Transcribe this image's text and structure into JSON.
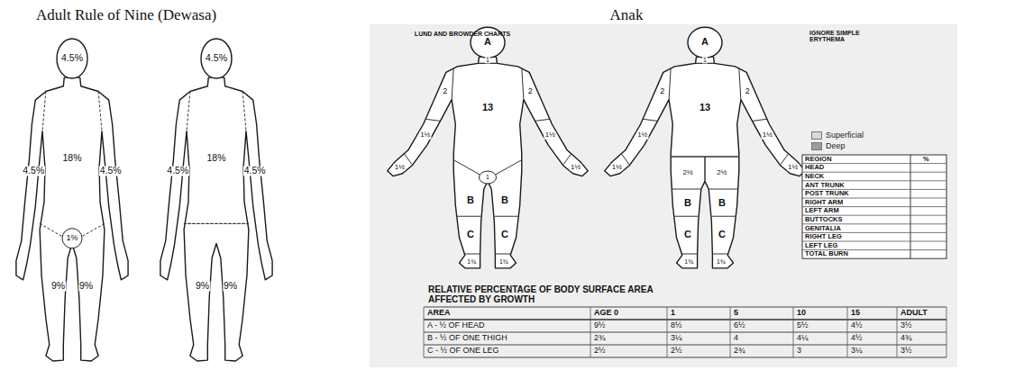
{
  "diagram": {
    "labels": [
      "Adult Rule of Nine (Dewasa)",
      "4.5%",
      "18%",
      "4.5%",
      "4.5%",
      "1%",
      "9%",
      "9%",
      "4.5%",
      "18%",
      "4.5%",
      "4.5%",
      "9%",
      "9%",
      "Anak",
      "LUND AND BROWDER CHARTS",
      "IGNORE SIMPLE ERYTHEMA",
      "A",
      "1",
      "2",
      "13",
      "2",
      "1½",
      "1½",
      "1½",
      "1½",
      "1",
      "B",
      "B",
      "C",
      "C",
      "1¾",
      "1¾",
      "A",
      "1",
      "2",
      "13",
      "2",
      "1½",
      "1½",
      "1½",
      "1½",
      "2½",
      "2½",
      "B",
      "B",
      "C",
      "C",
      "1¾",
      "1¾",
      "REGION",
      "%",
      "HEAD",
      "NECK",
      "ANT TRUNK",
      "POST TRUNK",
      "RIGHT ARM",
      "LEFT ARM",
      "BUTTOCKS",
      "GENITALIA",
      "RIGHT LEG",
      "LEFT LEG",
      "TOTAL BURN",
      "RELATIVE PERCENTAGE OF BODY SURFACE AREA AFFECTED BY GROWTH",
      "AREA",
      "AGE 0",
      "1",
      "5",
      "10",
      "15",
      "ADULT",
      "A - ½ OF HEAD",
      "9½",
      "8½",
      "6½",
      "5½",
      "4½",
      "3½",
      "B - ½ OF ONE THIGH",
      "2¾",
      "3¼",
      "4",
      "4¼",
      "4½",
      "4¾",
      "C - ½ OF ONE LEG",
      "2½",
      "2½",
      "2¾",
      "3",
      "3¼",
      "3½"
    ],
    "legend": [
      {
        "text": "Superficial",
        "color": "#d9d9d9"
      },
      {
        "text": "Deep",
        "color": "#9c9c9c"
      }
    ]
  }
}
